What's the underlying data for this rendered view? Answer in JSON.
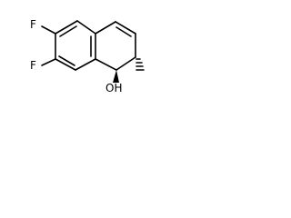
{
  "structure": {
    "atoms": [
      {
        "label": "F"
      },
      {
        "label": "F"
      },
      {
        "label": "OH"
      }
    ]
  }
}
